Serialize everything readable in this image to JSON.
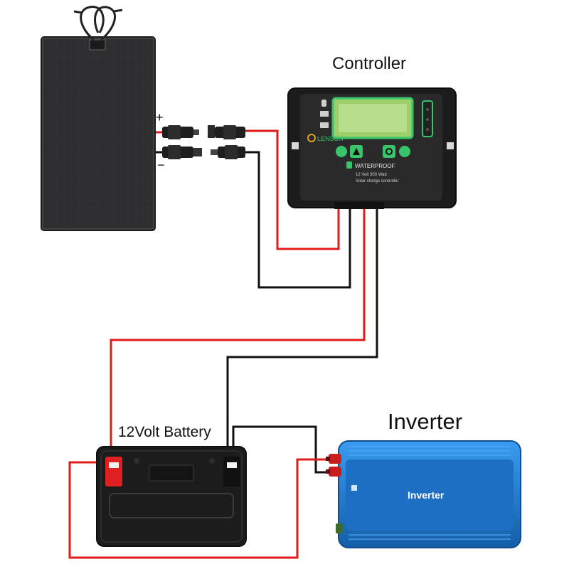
{
  "labels": {
    "controller": "Controller",
    "battery": "12Volt Battery",
    "inverter": "Inverter",
    "positive": "+",
    "negative": "−"
  },
  "controller_panel": {
    "brand": "LENSUN",
    "waterproof": "WATERPROOF",
    "rating": "12 Volt  300 Watt",
    "description": "Solar charge controller"
  },
  "inverter_device": {
    "body_text": "Inverter"
  },
  "colors": {
    "positive_wire": "#e01b1b",
    "negative_wire": "#111111",
    "panel": "#2b2b2d",
    "controller_body": "#222222",
    "controller_accent": "#39c36b",
    "battery_body": "#1c1c1c",
    "battery_terminal_positive": "#e02020",
    "inverter_body": "#1f78d1"
  }
}
